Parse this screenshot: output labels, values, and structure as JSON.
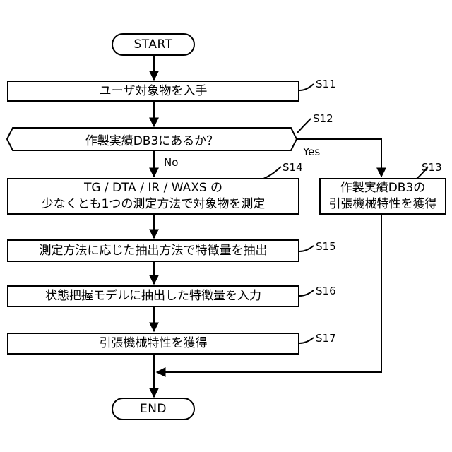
{
  "flowchart": {
    "start": "START",
    "end": "END",
    "decision": {
      "label": "作製実績DB3にあるか？",
      "step": "S12",
      "yes": "Yes",
      "no": "No"
    },
    "steps": {
      "s11": {
        "step": "S11",
        "lines": [
          "ユーザ対象物を入手"
        ]
      },
      "s13": {
        "step": "S13",
        "lines": [
          "作製実績DB3の",
          "引張機械特性を獲得"
        ]
      },
      "s14": {
        "step": "S14",
        "lines": [
          "TG / DTA / IR / WAXS の",
          "少なくとも1つの測定方法で対象物を測定"
        ]
      },
      "s15": {
        "step": "S15",
        "lines": [
          "測定方法に応じた抽出方法で特徴量を抽出"
        ]
      },
      "s16": {
        "step": "S16",
        "lines": [
          "状態把握モデルに抽出した特徴量を入力"
        ]
      },
      "s17": {
        "step": "S17",
        "lines": [
          "引張機械特性を獲得"
        ]
      }
    }
  }
}
